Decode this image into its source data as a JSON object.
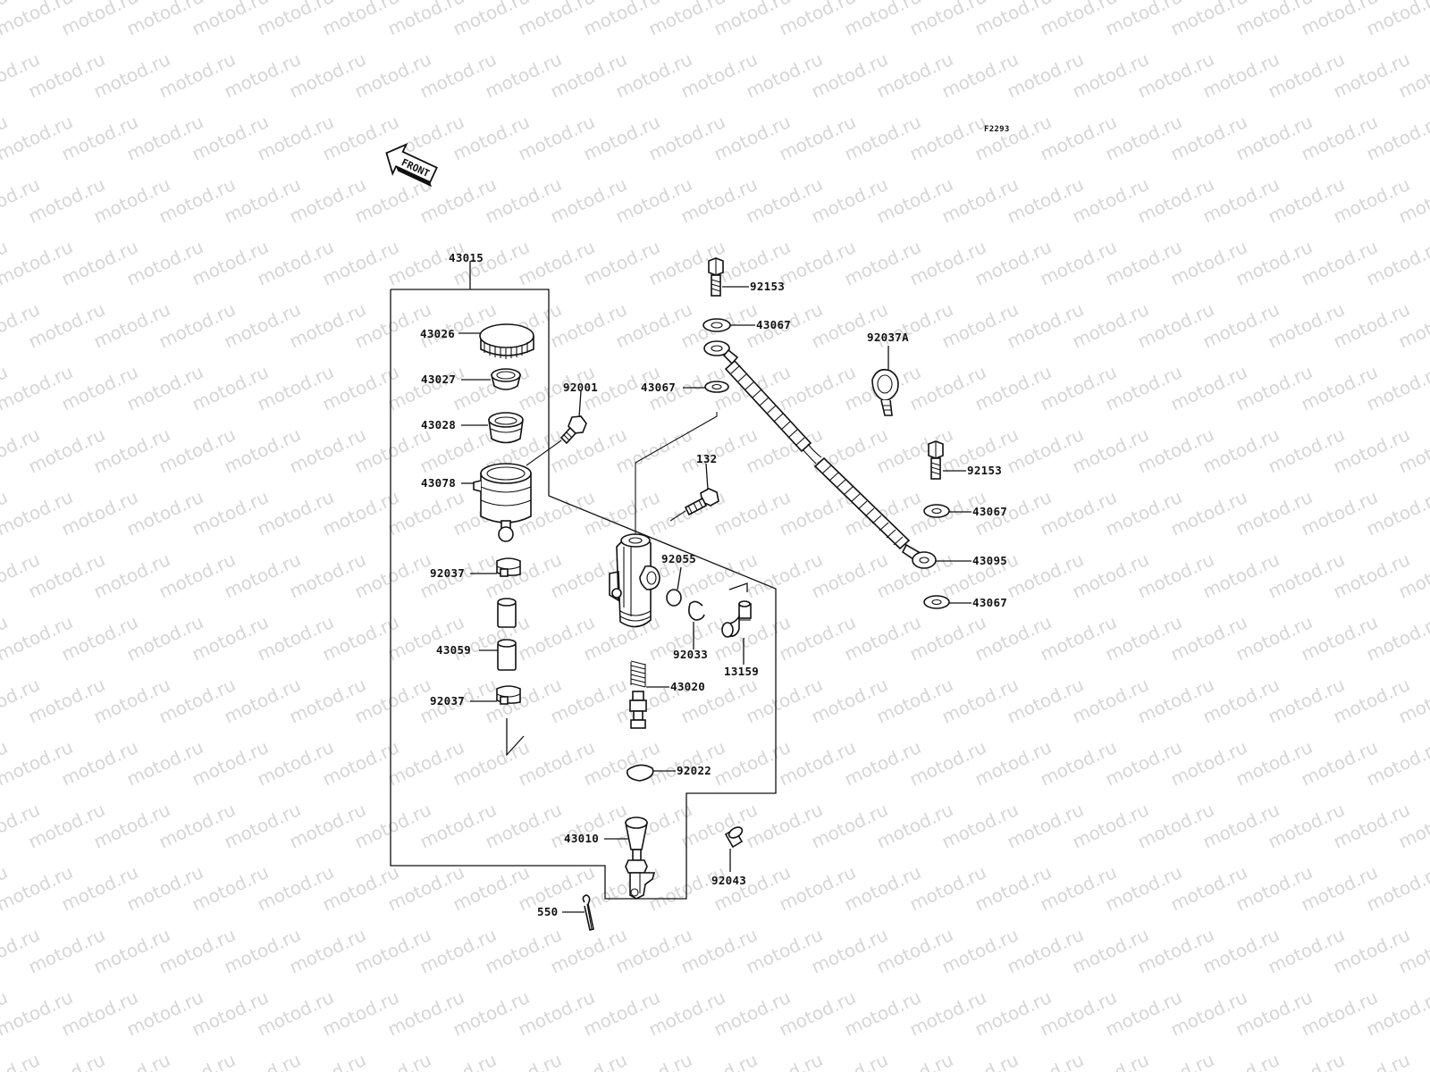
{
  "figure_code": "F2293",
  "front_marker": "FRONT",
  "watermark_text": "motod.ru",
  "part_labels": {
    "p43015": "43015",
    "p43026": "43026",
    "p43027": "43027",
    "p43028": "43028",
    "p43078": "43078",
    "p92001": "92001",
    "p92037a": "92037",
    "p43059": "43059",
    "p92037b": "92037",
    "p92153a": "92153",
    "p43067a": "43067",
    "p43067b": "43067",
    "p92037A": "92037A",
    "p132": "132",
    "p92153b": "92153",
    "p43067c": "43067",
    "p43095": "43095",
    "p43067d": "43067",
    "p92055": "92055",
    "p92033": "92033",
    "p13159": "13159",
    "p43020": "43020",
    "p92022": "92022",
    "p43010": "43010",
    "p92043": "92043",
    "p550": "550"
  }
}
